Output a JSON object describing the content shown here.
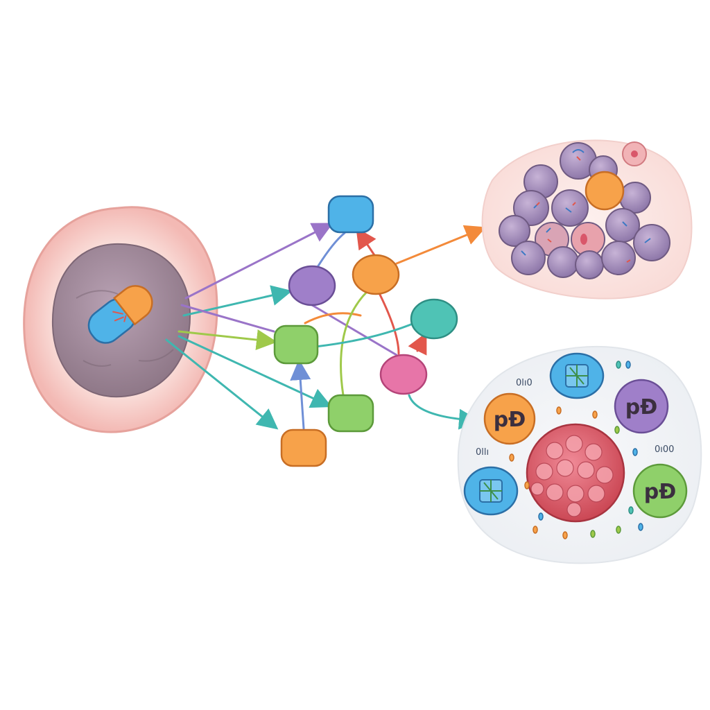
{
  "diagram": {
    "background": "#ffffff",
    "colors": {
      "blue": "#4fb3e8",
      "purple": "#9f7fc9",
      "orange": "#f7a24a",
      "teal": "#4fc3b5",
      "green": "#8fd06a",
      "pink": "#e775a8",
      "membrane": "#f6c9c4",
      "nucleus": "#a98fa2"
    },
    "printed_text": {
      "label_top_left": "0lı0",
      "label_mid_left": "0llı",
      "label_mid_right": "0ı00",
      "big_letters": "pĐ",
      "orange_big_letters": "pĐ",
      "green_big_letters": "pĐ"
    },
    "icons": [
      "cell-icon",
      "capsule-icon",
      "network-node-icon",
      "arrow-icon",
      "cell-cluster-icon",
      "tumor-mass-icon",
      "protein-complex-icon"
    ]
  }
}
